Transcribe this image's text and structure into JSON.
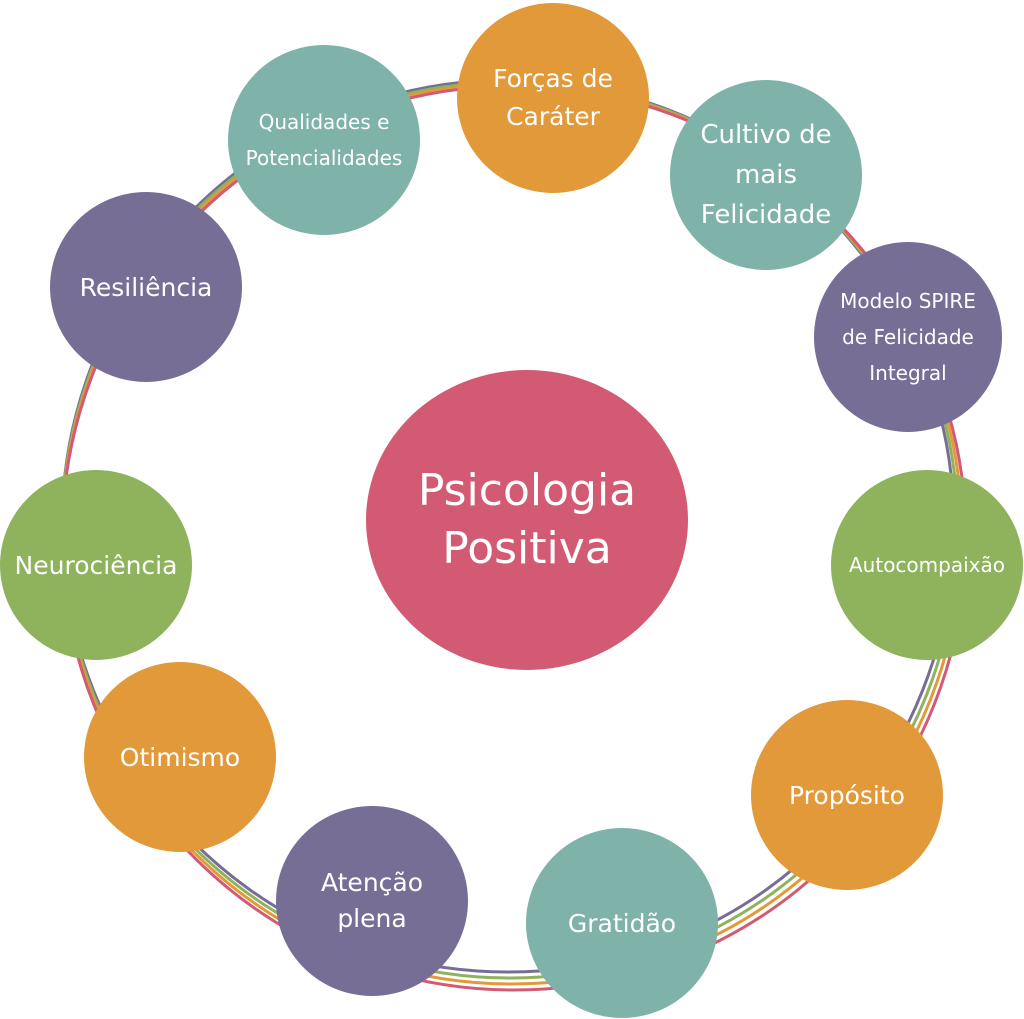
{
  "colors": {
    "pink": "#D35A73",
    "orange": "#E2993A",
    "teal": "#7FB3A9",
    "purple": "#766E95",
    "green": "#8FB35D",
    "ring_pink": "#D35A73",
    "ring_orange": "#E2993A",
    "ring_green": "#8FB35D",
    "ring_purple": "#766E95"
  },
  "center": {
    "label": "Psicologia\nPositiva",
    "color": "pink"
  },
  "nodes": [
    {
      "key": "forcas",
      "label": "Forças de\nCaráter",
      "color": "orange"
    },
    {
      "key": "cultivo",
      "label": "Cultivo de\nmais\nFelicidade",
      "color": "teal"
    },
    {
      "key": "spire",
      "label": "Modelo SPIRE\nde Felicidade\nIntegral",
      "color": "purple"
    },
    {
      "key": "auto",
      "label": "Autocompaixão",
      "color": "green"
    },
    {
      "key": "proposito",
      "label": "Propósito",
      "color": "orange"
    },
    {
      "key": "gratidao",
      "label": "Gratidão",
      "color": "teal"
    },
    {
      "key": "atencao",
      "label": "Atenção\nplena",
      "color": "purple"
    },
    {
      "key": "otimismo",
      "label": "Otimismo",
      "color": "orange"
    },
    {
      "key": "neuro",
      "label": "Neurociência",
      "color": "green"
    },
    {
      "key": "resil",
      "label": "Resiliência",
      "color": "purple"
    },
    {
      "key": "qualid",
      "label": "Qualidades e\nPotencialidades",
      "color": "teal"
    }
  ]
}
